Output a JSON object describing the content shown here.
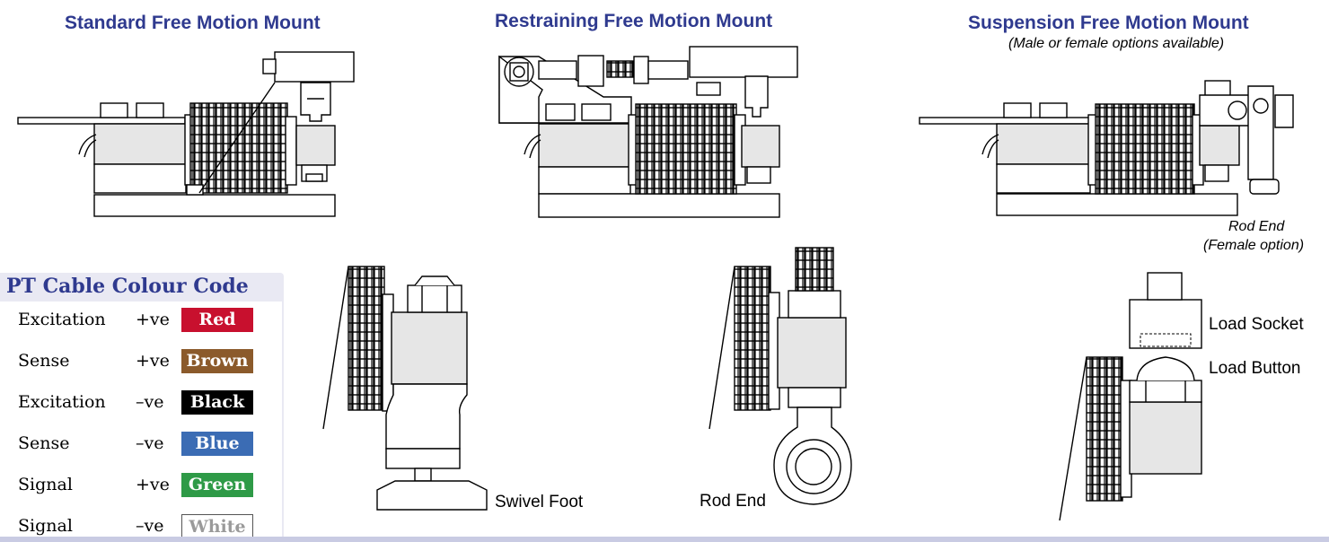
{
  "titles": {
    "standard": "Standard Free Motion Mount",
    "restraining": "Restraining Free Motion Mount",
    "suspension": "Suspension Free Motion Mount",
    "suspension_note": "(Male or female options available)"
  },
  "labels": {
    "rod_end_female_1": "Rod End",
    "rod_end_female_2": "(Female option)",
    "swivel_foot": "Swivel Foot",
    "rod_end": "Rod End",
    "load_socket": "Load Socket",
    "load_button": "Load Button"
  },
  "colour_code": {
    "title": "PT Cable Colour Code",
    "rows": [
      {
        "name": "Excitation",
        "polarity": "+ve",
        "colour": "Red",
        "bg": "#c8102e",
        "fg": "#ffffff"
      },
      {
        "name": "Sense",
        "polarity": "+ve",
        "colour": "Brown",
        "bg": "#8b5a2b",
        "fg": "#ffffff"
      },
      {
        "name": "Excitation",
        "polarity": "–ve",
        "colour": "Black",
        "bg": "#000000",
        "fg": "#ffffff"
      },
      {
        "name": "Sense",
        "polarity": "–ve",
        "colour": "Blue",
        "bg": "#3b6cb4",
        "fg": "#ffffff"
      },
      {
        "name": "Signal",
        "polarity": "+ve",
        "colour": "Green",
        "bg": "#2e9a47",
        "fg": "#ffffff"
      },
      {
        "name": "Signal",
        "polarity": "–ve",
        "colour": "White",
        "bg": "#ffffff",
        "fg": "#9a9a9a"
      }
    ]
  }
}
